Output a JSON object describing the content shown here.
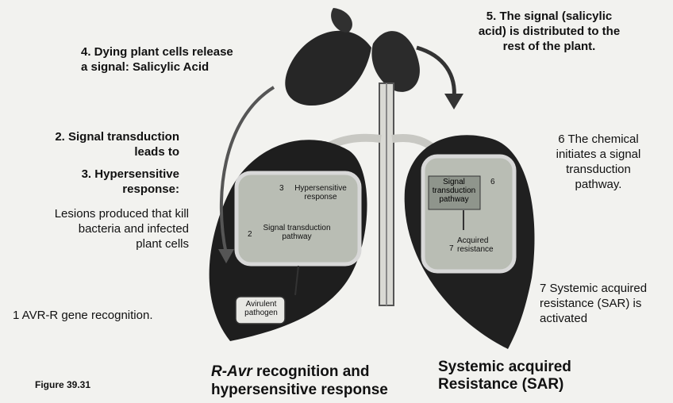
{
  "labels": {
    "step4": "4. Dying plant cells release\na signal: Salicylic Acid",
    "step5": "5. The signal (salicylic\nacid) is distributed to the\nrest of the plant.",
    "step2": "2. Signal transduction\nleads to",
    "step3": "3. Hypersensitive\nresponse:",
    "lesions": "Lesions produced that kill\nbacteria and infected\nplant cells",
    "step1": "1   AVR-R gene recognition.",
    "step6": "6 The chemical\ninitiates a signal\ntransduction\npathway.",
    "step7": "7 Systemic acquired\nresistance (SAR) is\nactivated"
  },
  "inner_labels": {
    "hypersensitive": "Hypersensitive\nresponse",
    "signal_left": "Signal transduction\npathway",
    "avirulent": "Avirulent\npathogen",
    "signal_right": "Signal\ntransduction\npathway",
    "acquired": "Acquired\nresistance",
    "num3": "3",
    "num2": "2",
    "num6": "6",
    "num7": "7"
  },
  "captions": {
    "left_italic": "R-Avr",
    "left_rest": " recognition and",
    "left_line2": "hypersensitive response",
    "right": "Systemic acquired\nResistance (SAR)"
  },
  "figure": "Figure 39.31"
}
